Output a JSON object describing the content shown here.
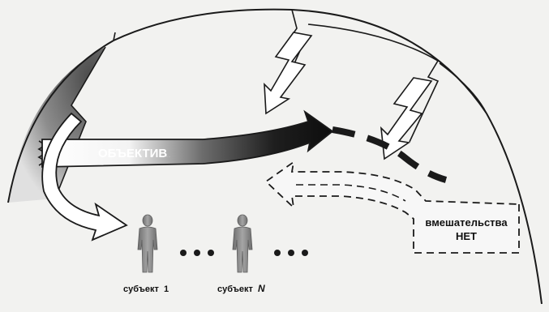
{
  "arrow_label": "ОБЪЕКТИВ",
  "arrow_label_tail": "...",
  "box_line1": "вмешательства",
  "box_line2": "НЕТ",
  "subject_1": {
    "prefix": "субъект",
    "suffix": "1"
  },
  "subject_n": {
    "prefix": "субъект",
    "suffix": "N"
  },
  "ellipsis_dots": 3,
  "colors": {
    "background": "#f2f2f0",
    "line": "#1a1a1a",
    "arrow_dark": "#1a1a1a",
    "dome_shade": "#6f6f6f",
    "figure": "#8a8a8a"
  },
  "icons": [
    "lightning-bolt-icon",
    "person-icon",
    "wavy-break-icon"
  ]
}
